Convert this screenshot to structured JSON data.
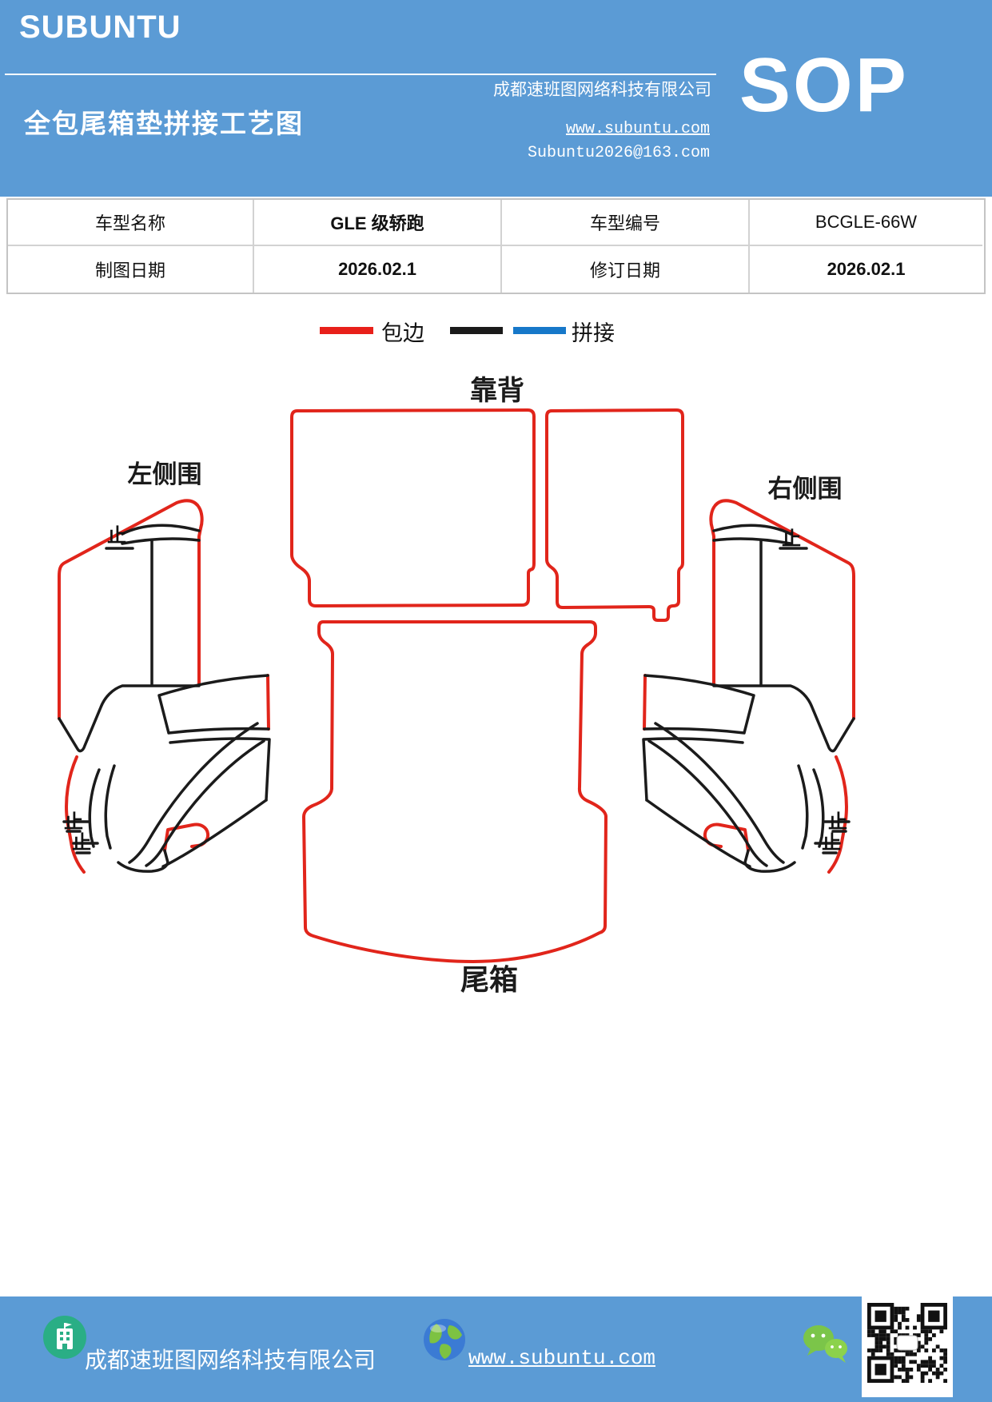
{
  "header": {
    "bg_color": "#5B9BD5",
    "logo": "SUBUNTU",
    "title": "全包尾箱垫拼接工艺图",
    "company": "成都速班图网络科技有限公司",
    "website": "www.subuntu.com",
    "email": "Subuntu2026@163.com",
    "sop": "SOP"
  },
  "info_table": {
    "rows": [
      {
        "label1": "车型名称",
        "value1": "GLE 级轿跑",
        "label2": "车型编号",
        "value2": "BCGLE-66W"
      },
      {
        "label1": "制图日期",
        "value1": "2026.02.1",
        "label2": "修订日期",
        "value2": "2026.02.1"
      }
    ]
  },
  "legend": {
    "edge_label": "包边",
    "splice_label": "拼接",
    "edge_color": "#E8201A",
    "splice_color_black": "#1a1a1a",
    "splice_color_blue": "#1778C9"
  },
  "diagram": {
    "outline_color": "#E1251B",
    "splice_line_color": "#1b1b1b",
    "labels": {
      "backrest": "靠背",
      "left_side": "左侧围",
      "right_side": "右侧围",
      "trunk": "尾箱"
    },
    "stop_mark": "止"
  },
  "footer": {
    "bg_color": "#5B9BD5",
    "company": "成都速班图网络科技有限公司",
    "website": "www.subuntu.com",
    "icons": [
      "building-icon",
      "globe-icon",
      "wechat-icon",
      "qr-code"
    ]
  }
}
